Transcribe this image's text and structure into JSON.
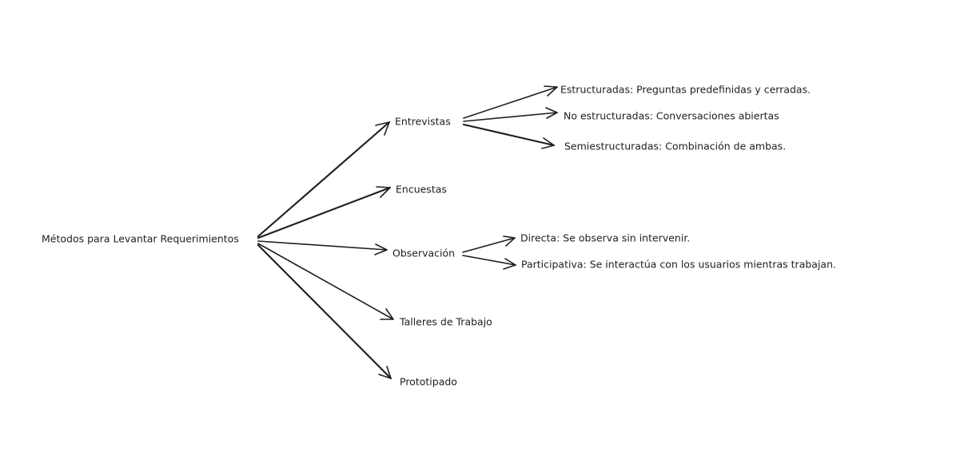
{
  "diagram": {
    "root": "Métodos para Levantar Requerimientos",
    "methods": {
      "entrevistas": {
        "label": "Entrevistas",
        "children": {
          "estructuradas": "Estructuradas: Preguntas predefinidas y cerradas.",
          "no_estructuradas": "No estructuradas: Conversaciones abiertas",
          "semiestructuradas": "Semiestructuradas: Combinación de ambas."
        }
      },
      "encuestas": {
        "label": "Encuestas"
      },
      "observacion": {
        "label": "Observación",
        "children": {
          "directa": "Directa: Se observa sin intervenir.",
          "participativa": "Participativa: Se interactúa con los usuarios mientras trabajan."
        }
      },
      "talleres": {
        "label": "Talleres de Trabajo"
      },
      "prototipado": {
        "label": "Prototipado"
      }
    }
  }
}
